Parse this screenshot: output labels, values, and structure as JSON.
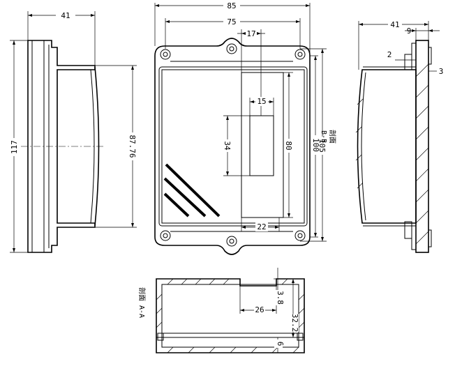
{
  "dimensions": {
    "side_width": "41",
    "side_height": "117",
    "side_inner_height": "87.76",
    "front_width": "85",
    "front_hole_spacing": "75",
    "front_offset": "17",
    "front_window_width": "15",
    "front_window_height": "34",
    "front_inner_height": "80",
    "front_hole_spacing_v": "105",
    "front_height": "100",
    "front_bottom_width": "22",
    "section_width": "41",
    "section_step": "9",
    "section_lip_2": "2",
    "section_lip_3": "3",
    "bottom_width": "26",
    "bottom_h38": "3.8",
    "bottom_h322": "32.2",
    "bottom_h6": "6"
  },
  "captions": {
    "section_bb_1": "剖面",
    "section_bb_2": "B-B",
    "section_aa": "剖面 A-A"
  }
}
